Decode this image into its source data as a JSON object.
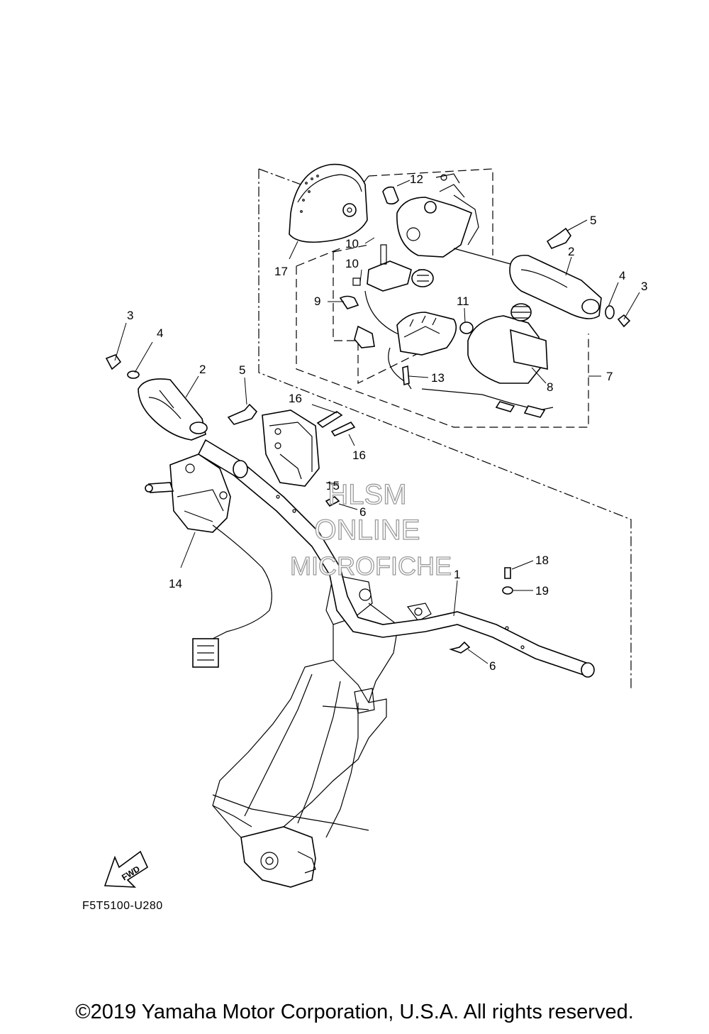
{
  "diagram": {
    "callouts": [
      "1",
      "2",
      "2",
      "3",
      "3",
      "4",
      "4",
      "5",
      "5",
      "6",
      "6",
      "7",
      "8",
      "9",
      "10",
      "10",
      "11",
      "12",
      "13",
      "14",
      "15",
      "16",
      "16",
      "17",
      "18",
      "19"
    ],
    "fwd_label": "FWD",
    "ref_code": "F5T5100-U280",
    "watermark": [
      "HLSM",
      "ONLINE",
      "MICROFICHE"
    ],
    "copyright": "©2019 Yamaha Motor Corporation, U.S.A. All rights reserved."
  }
}
